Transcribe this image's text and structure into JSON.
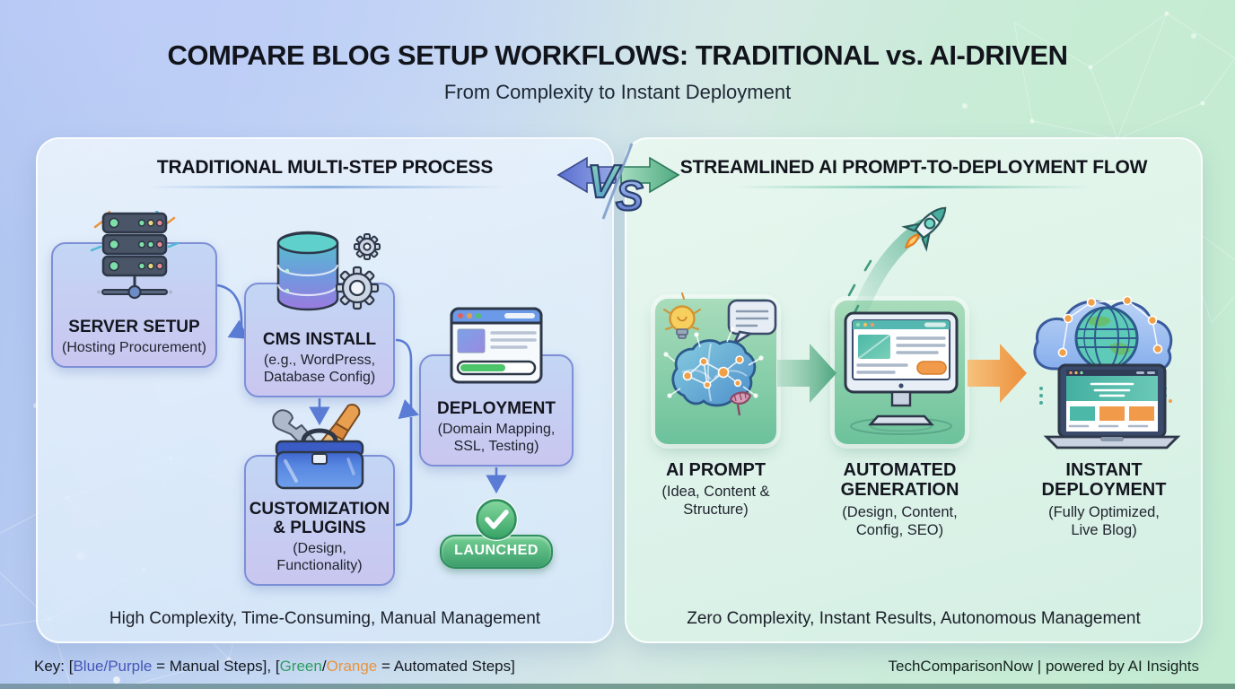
{
  "header": {
    "title": "COMPARE BLOG SETUP WORKFLOWS: TRADITIONAL vs. AI-DRIVEN",
    "subtitle": "From Complexity to Instant Deployment"
  },
  "vs": {
    "label": "VS",
    "v": "V",
    "s": "S"
  },
  "left_panel": {
    "title": "TRADITIONAL MULTI-STEP PROCESS",
    "steps": [
      {
        "title": "SERVER SETUP",
        "subtitle": "(Hosting Procurement)",
        "icon": "server-rack-icon"
      },
      {
        "title": "CMS INSTALL",
        "subtitle": "(e.g., WordPress, Database Config)",
        "icon": "database-gears-icon"
      },
      {
        "title": "CUSTOMIZATION & PLUGINS",
        "subtitle": "(Design, Functionality)",
        "icon": "toolbox-icon"
      },
      {
        "title": "DEPLOYMENT",
        "subtitle": "(Domain Mapping, SSL, Testing)",
        "icon": "browser-window-icon"
      }
    ],
    "launched": "LAUNCHED",
    "summary": "High Complexity, Time-Consuming, Manual Management"
  },
  "right_panel": {
    "title": "STREAMLINED AI PROMPT-TO-DEPLOYMENT FLOW",
    "steps": [
      {
        "title": "AI PROMPT",
        "subtitle": "(Idea, Content & Structure)",
        "icon": "ai-brain-icon"
      },
      {
        "title": "AUTOMATED GENERATION",
        "subtitle": "(Design, Content, Config, SEO)",
        "icon": "monitor-rocket-icon"
      },
      {
        "title": "INSTANT DEPLOYMENT",
        "subtitle": "(Fully Optimized, Live Blog)",
        "icon": "cloud-globe-laptop-icon"
      }
    ],
    "summary": "Zero Complexity, Instant Results, Autonomous Management"
  },
  "footer": {
    "key": {
      "prefix": "Key: [",
      "manual_colors": "Blue/Purple",
      "manual_suffix": " = Manual Steps], [",
      "auto_green": "Green",
      "separator": "/",
      "auto_orange": "Orange",
      "auto_suffix": " = Automated Steps]"
    },
    "credit": "TechComparisonNow | powered by AI Insights"
  },
  "colors": {
    "manual_accent": "#4456b8",
    "green_accent": "#2f9e5f",
    "orange_accent": "#e8933f",
    "arrow_blue": "#5b7cd6"
  }
}
